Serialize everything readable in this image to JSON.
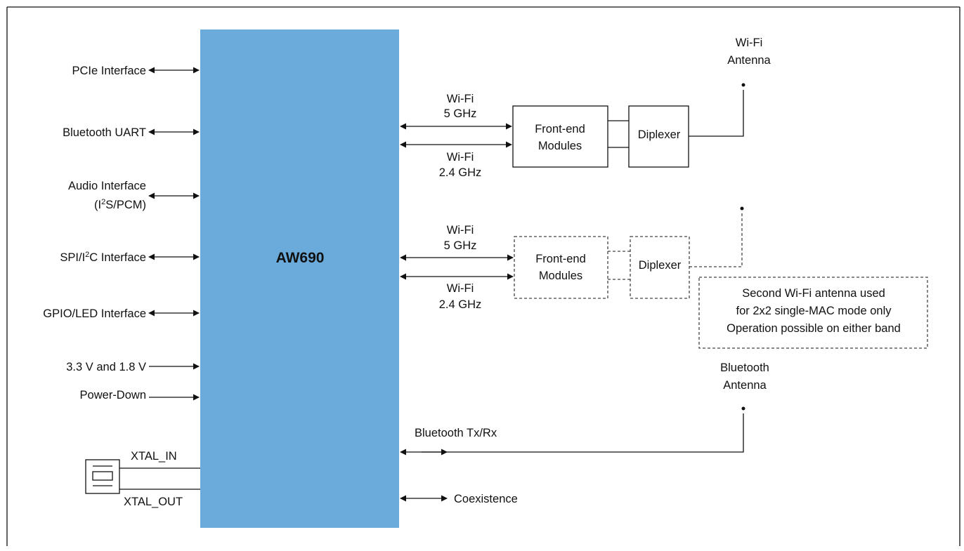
{
  "chip": {
    "name": "AW690",
    "color": "#6aabdc"
  },
  "host_interfaces": [
    {
      "label": "PCIe Interface"
    },
    {
      "label": "Bluetooth UART"
    },
    {
      "label_line1": "Audio Interface",
      "label_line2_pre": "(I",
      "label_line2_sup": "2",
      "label_line2_post": "S/PCM)"
    },
    {
      "label_pre": "SPI/I",
      "label_sup": "2",
      "label_post": "C Interface"
    },
    {
      "label": "GPIO/LED Interface"
    },
    {
      "label": "3.3 V and 1.8 V"
    },
    {
      "label": "Power-Down"
    }
  ],
  "crystal": {
    "in_label": "XTAL_IN",
    "out_label": "XTAL_OUT"
  },
  "wifi_path_primary": {
    "band_5": [
      "Wi-Fi",
      "5 GHz"
    ],
    "band_24": [
      "Wi-Fi",
      "2.4 GHz"
    ],
    "fem": [
      "Front-end",
      "Modules"
    ],
    "diplexer": "Diplexer",
    "antenna": [
      "Wi-Fi",
      "Antenna"
    ]
  },
  "wifi_path_secondary": {
    "band_5": [
      "Wi-Fi",
      "5 GHz"
    ],
    "band_24": [
      "Wi-Fi",
      "2.4 GHz"
    ],
    "fem": [
      "Front-end",
      "Modules"
    ],
    "diplexer": "Diplexer",
    "note": [
      "Second Wi-Fi antenna used",
      "for 2x2 single-MAC mode only",
      "Operation possible on either band"
    ]
  },
  "bluetooth": {
    "antenna": [
      "Bluetooth",
      "Antenna"
    ],
    "link_label": "Bluetooth Tx/Rx"
  },
  "coexistence": {
    "label": "Coexistence"
  },
  "icons": [
    "antenna-icon",
    "crystal-icon"
  ]
}
